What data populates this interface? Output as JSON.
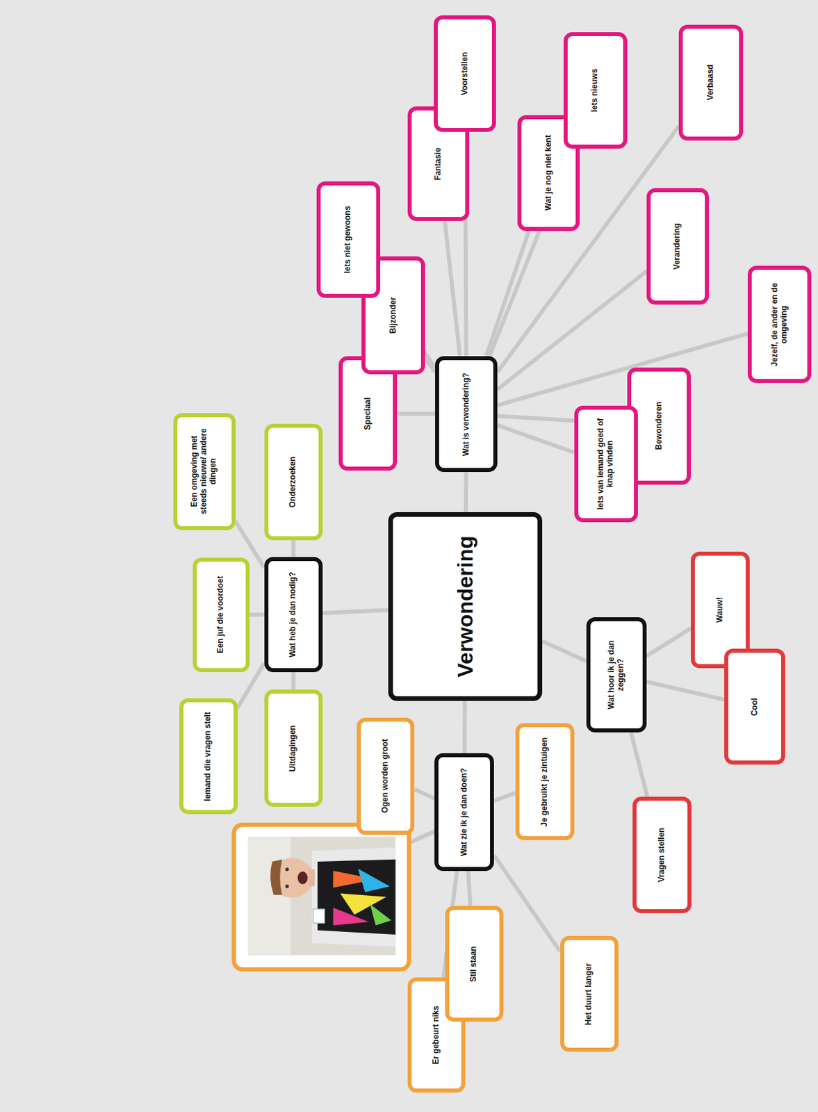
{
  "diagram": {
    "nodes": [
      {
        "text": [
          "Verwondering"
        ]
      },
      {
        "text": [
          "Wat is verwondering?"
        ]
      },
      {
        "text": [
          "Speciaal"
        ]
      },
      {
        "text": [
          "Bijzonder"
        ]
      },
      {
        "text": [
          "Iets niet gewoons"
        ]
      },
      {
        "text": [
          "Fantasie"
        ]
      },
      {
        "text": [
          "Voorstellen"
        ]
      },
      {
        "text": [
          "Wat je nog niet kent"
        ]
      },
      {
        "text": [
          "Iets nieuws"
        ]
      },
      {
        "text": [
          "Verbaasd"
        ]
      },
      {
        "text": [
          "Verandering"
        ]
      },
      {
        "text": [
          "Jezelf, de ander en de omgeving"
        ]
      },
      {
        "text": [
          "Bewonderen"
        ]
      },
      {
        "text": [
          "Iets van iemand goed of knap vinden"
        ]
      },
      {
        "text": [
          "Wat heb je dan nodig?"
        ]
      },
      {
        "text": [
          "Een omgeving met steeds nieuwe/ andere dingen"
        ]
      },
      {
        "text": [
          "Onderzoeken"
        ]
      },
      {
        "text": [
          "Een juf die voordoet"
        ]
      },
      {
        "text": [
          "Iemand die vragen stelt"
        ]
      },
      {
        "text": [
          "Uitdagingen"
        ]
      },
      {
        "text": [
          "Wat hoor ik je dan zeggen?"
        ]
      },
      {
        "text": [
          "Wauw!"
        ]
      },
      {
        "text": [
          "Cool"
        ]
      },
      {
        "text": [
          "Vragen stellen"
        ]
      },
      {
        "text": [
          "Wat zie ik je dan doen?"
        ]
      },
      {
        "text": [
          "Ogen worden groot"
        ]
      },
      {
        "text": [
          "Je gebruikt je zintuigen"
        ]
      },
      {
        "text": [
          "Stil staan"
        ]
      },
      {
        "text": [
          "Er gebeurt niks"
        ]
      },
      {
        "text": [
          "Het duurt langer"
        ]
      }
    ],
    "edges": [
      {
        "from": 0,
        "to": 1,
        "arrow": "none"
      },
      {
        "from": 0,
        "to": 14,
        "arrow": "none"
      },
      {
        "from": 0,
        "to": 20,
        "arrow": "none"
      },
      {
        "from": 0,
        "to": 24,
        "arrow": "none"
      },
      {
        "from": 1,
        "to": 2,
        "arrow": "none"
      },
      {
        "from": 1,
        "to": 3,
        "arrow": "none"
      },
      {
        "from": 1,
        "to": 4,
        "arrow": "none"
      },
      {
        "from": 1,
        "to": 5,
        "arrow": "none"
      },
      {
        "from": 1,
        "to": 6,
        "arrow": "none"
      },
      {
        "from": 1,
        "to": 7,
        "arrow": "none"
      },
      {
        "from": 1,
        "to": 8,
        "arrow": "none"
      },
      {
        "from": 1,
        "to": 9,
        "arrow": "none"
      },
      {
        "from": 1,
        "to": 10,
        "arrow": "none"
      },
      {
        "from": 1,
        "to": 11,
        "arrow": "none"
      },
      {
        "from": 1,
        "to": 12,
        "arrow": "none"
      },
      {
        "from": 1,
        "to": 13,
        "arrow": "none"
      },
      {
        "from": 14,
        "to": 15,
        "arrow": "none"
      },
      {
        "from": 14,
        "to": 16,
        "arrow": "none"
      },
      {
        "from": 14,
        "to": 17,
        "arrow": "none"
      },
      {
        "from": 14,
        "to": 18,
        "arrow": "none"
      },
      {
        "from": 14,
        "to": 19,
        "arrow": "none"
      },
      {
        "from": 20,
        "to": 21,
        "arrow": "none"
      },
      {
        "from": 20,
        "to": 22,
        "arrow": "none"
      },
      {
        "from": 20,
        "to": 23,
        "arrow": "none"
      },
      {
        "from": 24,
        "to": 25,
        "arrow": "none"
      },
      {
        "from": 24,
        "to": 26,
        "arrow": "none"
      },
      {
        "from": 24,
        "to": 27,
        "arrow": "none"
      },
      {
        "from": 24,
        "to": 28,
        "arrow": "none"
      },
      {
        "from": 24,
        "to": 29,
        "arrow": "none"
      }
    ]
  }
}
